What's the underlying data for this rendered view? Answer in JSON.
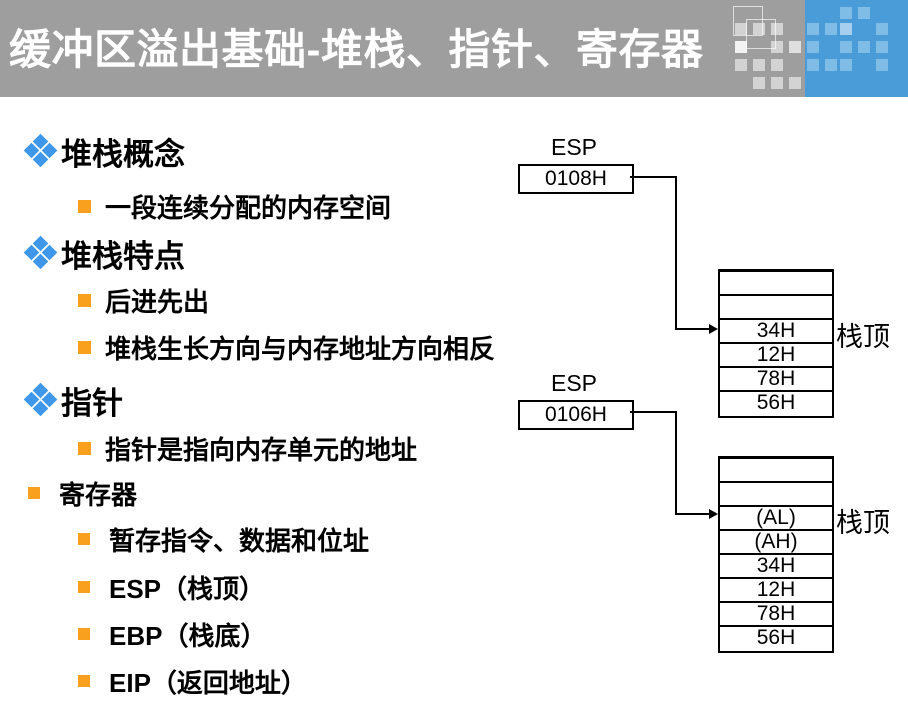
{
  "title": {
    "text": "缓冲区溢出基础-堆栈、指针、寄存器"
  },
  "outline": {
    "items": [
      {
        "level": 1,
        "text": "堆栈概念"
      },
      {
        "level": 2,
        "text": "一段连续分配的内存空间"
      },
      {
        "level": 1,
        "text": "堆栈特点"
      },
      {
        "level": 2,
        "text": "后进先出"
      },
      {
        "level": 2,
        "text": "堆栈生长方向与内存地址方向相反"
      },
      {
        "level": 1,
        "text": "指针"
      },
      {
        "level": 2,
        "text": "指针是指向内存单元的地址"
      },
      {
        "level": 2,
        "text": "寄存器"
      },
      {
        "level": 3,
        "text": "暂存指令、数据和位址"
      },
      {
        "level": 3,
        "text": "ESP（栈顶）"
      },
      {
        "level": 3,
        "text": "EBP（栈底）"
      },
      {
        "level": 3,
        "text": "EIP（返回地址）"
      }
    ]
  },
  "diagrams": [
    {
      "register_label": "ESP",
      "register_value": "0108H",
      "stack_top_label": "栈顶",
      "cells": [
        "",
        "",
        "34H",
        "12H",
        "78H",
        "56H"
      ]
    },
    {
      "register_label": "ESP",
      "register_value": "0106H",
      "stack_top_label": "栈顶",
      "cells": [
        "",
        "",
        "(AL)",
        "(AH)",
        "34H",
        "12H",
        "78H",
        "56H"
      ]
    }
  ],
  "colors": {
    "title_bar_bg": "#9E9E9E",
    "title_text": "#FFFFFF",
    "accent_block_blue": "#4A9CD8",
    "deco_square_blue": "#7FBCE6",
    "deco_square_gray": "#D3D3D3",
    "bullet_diamond_blue": "#3E97E8",
    "bullet_square_orange": "#F9A11E"
  }
}
